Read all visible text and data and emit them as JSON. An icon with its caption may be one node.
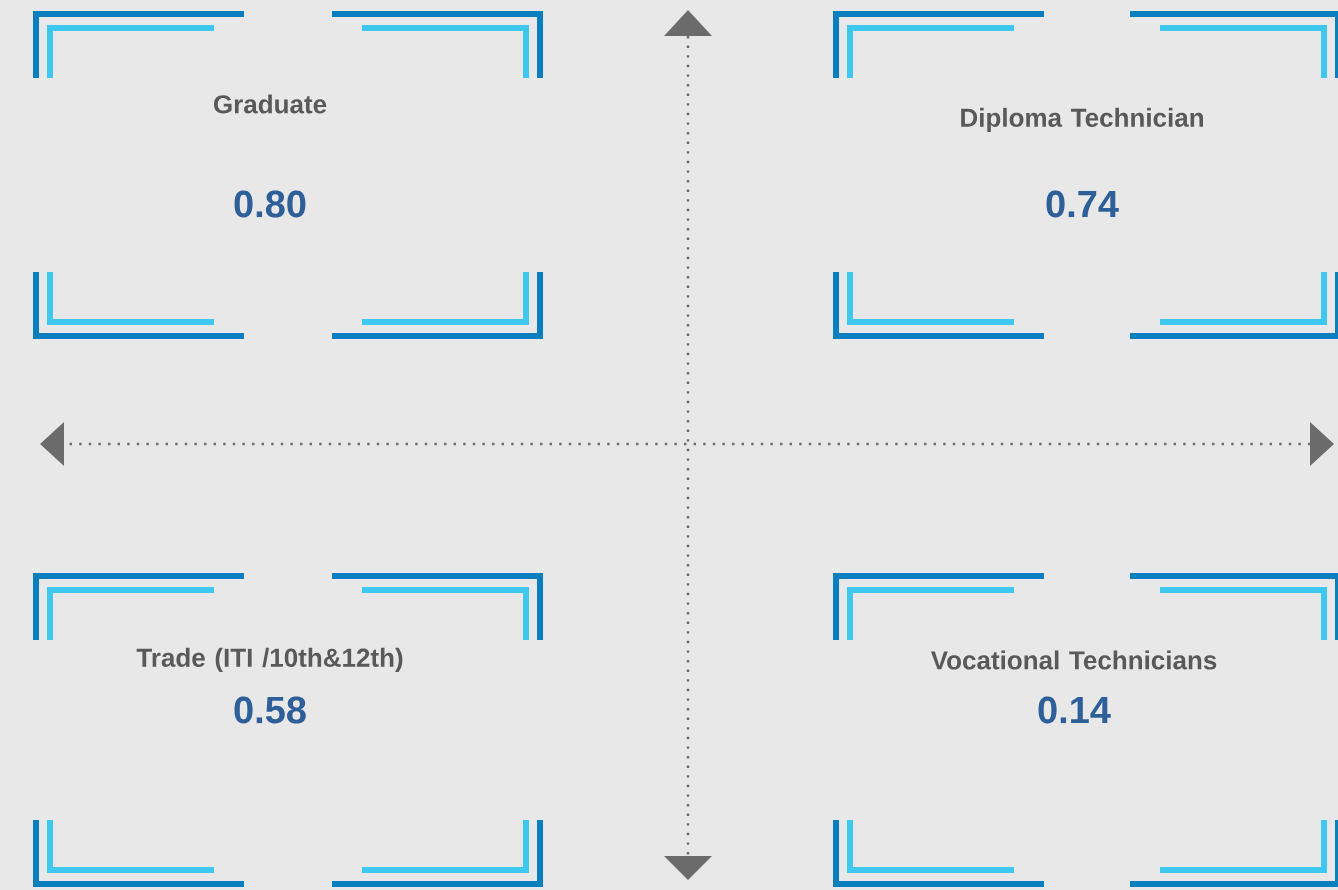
{
  "diagram": {
    "nodes": [
      {
        "text": [
          "Graduate",
          "0.80"
        ]
      },
      {
        "text": [
          "Diploma Technician",
          "0.74"
        ]
      },
      {
        "text": [
          "Trade (ITI /10th&12th)",
          "0.58"
        ]
      },
      {
        "text": [
          "Vocational Technicians",
          "0.14"
        ]
      }
    ]
  }
}
